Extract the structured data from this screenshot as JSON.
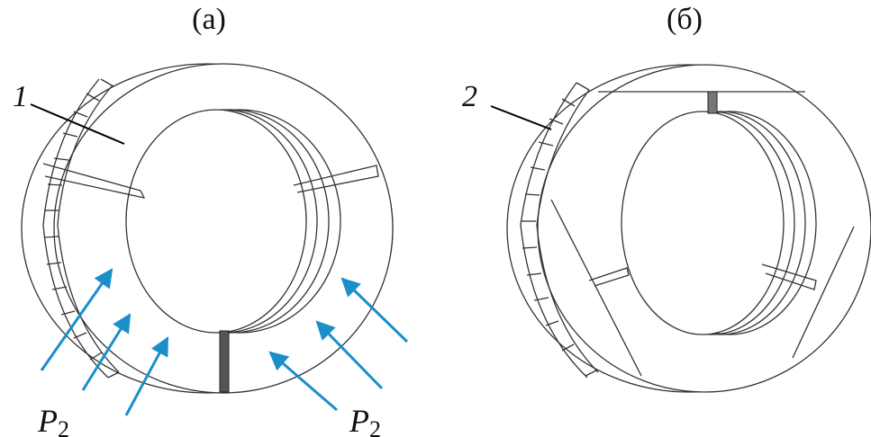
{
  "panels": [
    {
      "label": "(а)",
      "callout": "1"
    },
    {
      "label": "(б)",
      "callout": "2"
    }
  ],
  "force": {
    "symbol": "P",
    "subscript": "2"
  },
  "colors": {
    "arrow": "#1a8fc9",
    "line": "#333333",
    "text": "#111111"
  }
}
